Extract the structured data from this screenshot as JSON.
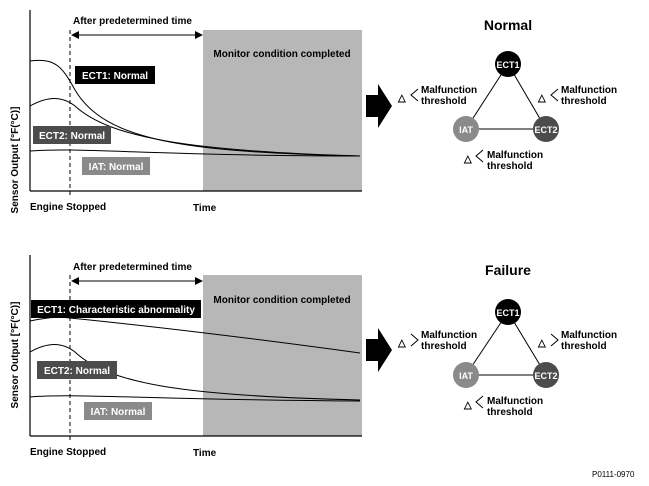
{
  "figure_id": "P0111-0970",
  "panels": [
    {
      "key": "normal",
      "y_axis": "Sensor Output [°F(°C)]",
      "time_note": "After predetermined time",
      "monitor_note": "Monitor condition completed",
      "engine_stopped": "Engine Stopped",
      "time_label": "Time",
      "ect1_label": "ECT1: Normal",
      "ect2_label": "ECT2: Normal",
      "iat_label": "IAT: Normal",
      "status_title": "Normal",
      "threshold_top_left": "Malfunction\nthreshold",
      "threshold_top_right": "Malfunction\nthreshold",
      "threshold_bottom": "Malfunction\nthreshold",
      "node_top": "ECT1",
      "node_left": "IAT",
      "node_right": "ECT2",
      "delta_symbol": "△"
    },
    {
      "key": "failure",
      "y_axis": "Sensor Output [°F(°C)]",
      "time_note": "After predetermined time",
      "monitor_note": "Monitor condition completed",
      "engine_stopped": "Engine Stopped",
      "time_label": "Time",
      "ect1_label": "ECT1: Characteristic abnormality",
      "ect2_label": "ECT2: Normal",
      "iat_label": "IAT: Normal",
      "status_title": "Failure",
      "threshold_top_left": "Malfunction\nthreshold",
      "threshold_top_right": "Malfunction\nthreshold",
      "threshold_bottom": "Malfunction\nthreshold",
      "node_top": "ECT1",
      "node_left": "IAT",
      "node_right": "ECT2",
      "delta_symbol": "△"
    }
  ],
  "colors": {
    "shade": "#b7b7b7",
    "ect1_fill": "#000000",
    "ect2_fill": "#4c4c4c",
    "iat_fill": "#8a8a8a",
    "line": "#000000"
  }
}
